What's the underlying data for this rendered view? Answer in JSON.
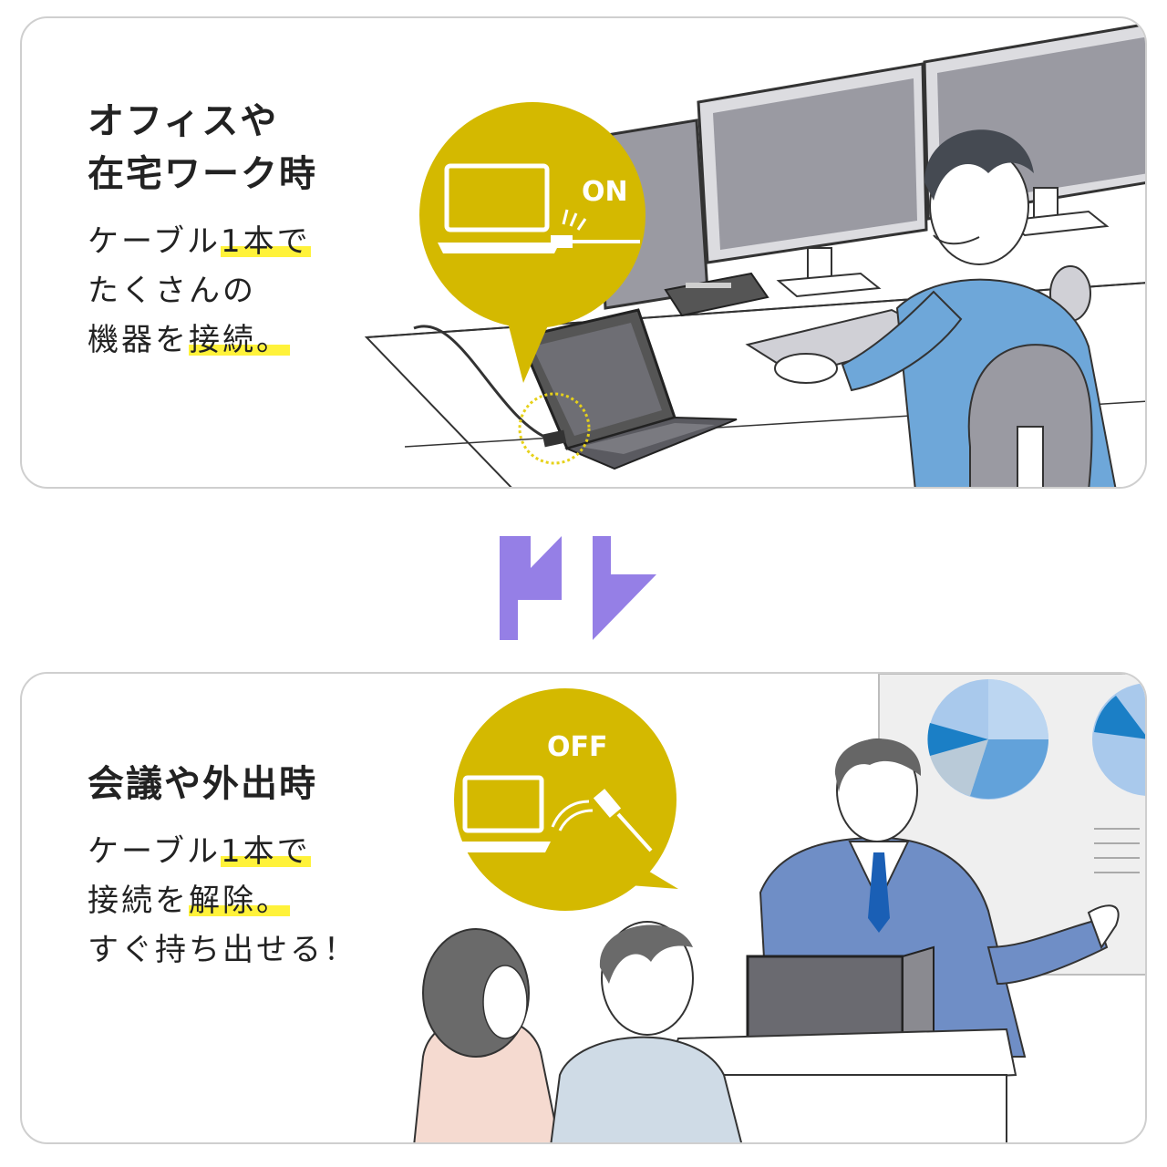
{
  "colors": {
    "badge": "#d4b900",
    "highlight": "#fff23a",
    "arrow": "#957fe6",
    "panel_border": "#cfcfcf"
  },
  "top_panel": {
    "title_lines": [
      "オフィスや",
      "在宅ワーク時"
    ],
    "body": {
      "line1_a": "ケーブル",
      "line1_hl": "1本で",
      "line2": "たくさんの",
      "line3_a": "機器を",
      "line3_hl": "接続。"
    },
    "badge_label": "ON",
    "icons": [
      "laptop-icon",
      "cable-plug-icon"
    ]
  },
  "switch_icon": "swap-arrows-icon",
  "bottom_panel": {
    "title": "会議や外出時",
    "body": {
      "line1_a": "ケーブル",
      "line1_hl": "1本で",
      "line2_a": "接続を",
      "line2_hl": "解除。",
      "line3": "すぐ持ち出せる！"
    },
    "badge_label": "OFF",
    "icons": [
      "laptop-icon",
      "cable-plug-icon"
    ]
  }
}
